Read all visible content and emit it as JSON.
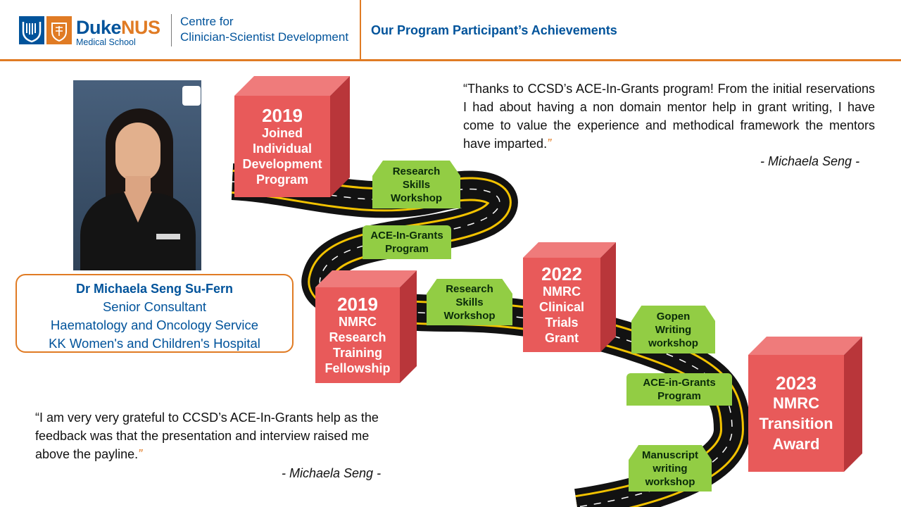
{
  "header": {
    "logo_duke": "Duke",
    "logo_nus": "NUS",
    "logo_sub": "Medical School",
    "centre_line1": "Centre for",
    "centre_line2": "Clinician-Scientist Development",
    "title": "Our Program Participant’s Achievements"
  },
  "profile": {
    "name": "Dr Michaela Seng Su-Fern",
    "role": "Senior Consultant",
    "service": "Haematology and Oncology Service",
    "hospital": "KK Women's and Children's Hospital"
  },
  "quote_top": {
    "text": "“Thanks to CCSD’s ACE-In-Grants program! From the initial reservations I had about having a non domain mentor help in grant writing, I have come to value the experience and methodical framework the mentors have imparted.",
    "close": "”",
    "author": "- Michaela Seng -"
  },
  "quote_bottom": {
    "text": "“I am very very grateful to CCSD’s ACE-In-Grants help as the feedback was that the presentation and interview raised me above the payline.",
    "close": "”",
    "author": "- Michaela Seng -"
  },
  "milestones": [
    {
      "year": "2019",
      "lines": [
        "Joined",
        "Individual",
        "Development",
        "Program"
      ]
    },
    {
      "year": "2019",
      "lines": [
        "NMRC",
        "Research",
        "Training",
        "Fellowship"
      ]
    },
    {
      "year": "2022",
      "lines": [
        "NMRC",
        "Clinical",
        "Trials",
        "Grant"
      ]
    },
    {
      "year": "2023",
      "lines": [
        "NMRC",
        "Transition",
        "Award"
      ]
    }
  ],
  "tags": [
    {
      "lines": [
        "Research",
        "Skills",
        "Workshop"
      ]
    },
    {
      "lines": [
        "ACE-In-Grants",
        "Program"
      ]
    },
    {
      "lines": [
        "Research",
        "Skills",
        "Workshop"
      ]
    },
    {
      "lines": [
        "Gopen",
        "Writing",
        "workshop"
      ]
    },
    {
      "lines": [
        "ACE-in-Grants",
        "Program"
      ]
    },
    {
      "lines": [
        "Manuscript",
        "writing",
        "workshop"
      ]
    }
  ],
  "colors": {
    "brand_blue": "#00539b",
    "accent_orange": "#e07b24",
    "milestone_red": "#e85a5a",
    "tag_green": "#92cd44",
    "road": "#111111",
    "road_line": "#f2c200"
  }
}
